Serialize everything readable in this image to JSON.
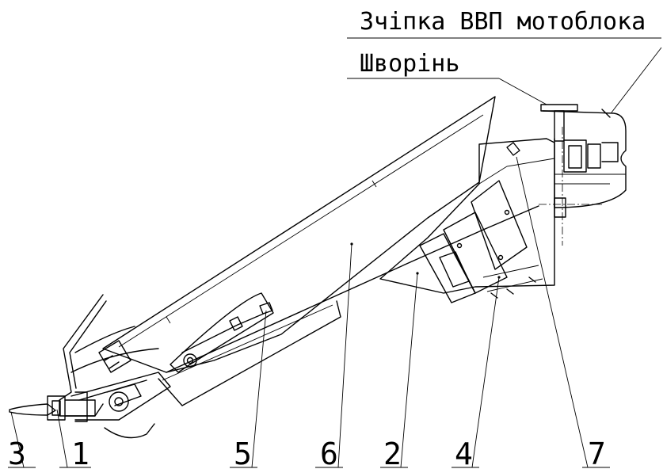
{
  "labels": {
    "hitch": "Зчіпка ВВП мотоблока",
    "pin": "Шворінь"
  },
  "callouts": [
    "3",
    "1",
    "5",
    "6",
    "2",
    "4",
    "7"
  ]
}
